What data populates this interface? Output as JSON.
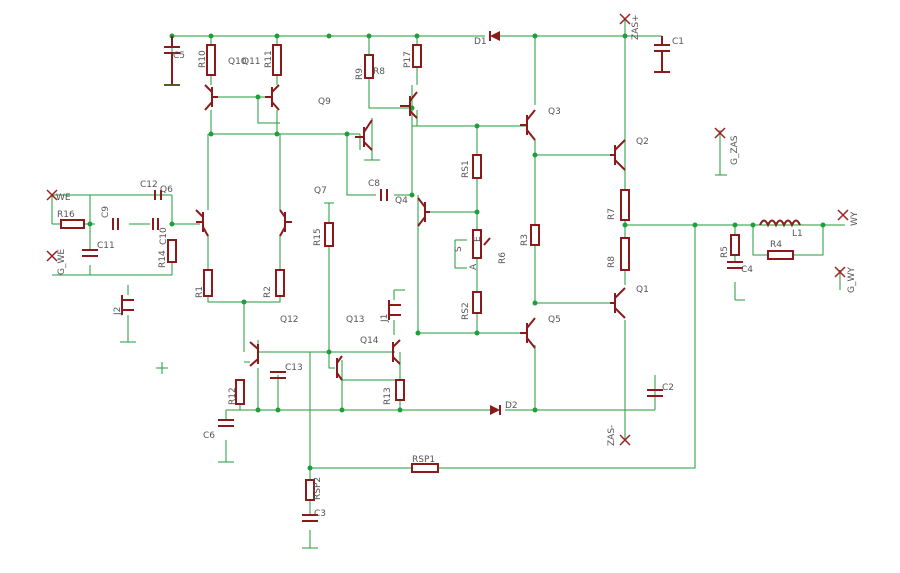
{
  "labels": {
    "c5": "C5",
    "r10": "R10",
    "q10": "Q10",
    "q11": "Q11",
    "r11": "R11",
    "r9": "R9",
    "r8": "R8",
    "p17": "P17",
    "d1": "D1",
    "zasp": "ZAS+",
    "c1": "C1",
    "q9": "Q9",
    "q3": "Q3",
    "q2": "Q2",
    "gzas": "G_ZAS",
    "c12": "C12",
    "q6": "Q6",
    "we": "WE",
    "r16": "R16",
    "c9": "C9",
    "c10": "C10",
    "c11": "C11",
    "gwe": "G_WE",
    "r14": "R14",
    "rs1": "RS1",
    "c8": "C8",
    "q4": "Q4",
    "q7": "Q7",
    "r15": "R15",
    "r7": "R7",
    "wy": "WY",
    "r3": "R3",
    "r6": "R6",
    "e": "E",
    "s": "S",
    "a": "A",
    "r5": "R5",
    "r4": "R4",
    "l1": "L1",
    "r8b": "R8",
    "c4": "C4",
    "gwy": "G_WY",
    "q1": "Q1",
    "r1": "R1",
    "r2": "R2",
    "j2": "J2",
    "j1": "J1",
    "rs2": "RS2",
    "q12": "Q12",
    "q13": "Q13",
    "q5": "Q5",
    "q14": "Q14",
    "c13": "C13",
    "r12": "R12",
    "r13": "R13",
    "c2": "C2",
    "d2": "D2",
    "c6": "C6",
    "zasm": "ZAS-",
    "rsp1": "RSP1",
    "rsp2": "RSP2",
    "c3": "C3"
  },
  "colors": {
    "wire": "#1f9e3a",
    "device": "#8b1a1a",
    "label": "#555555"
  }
}
